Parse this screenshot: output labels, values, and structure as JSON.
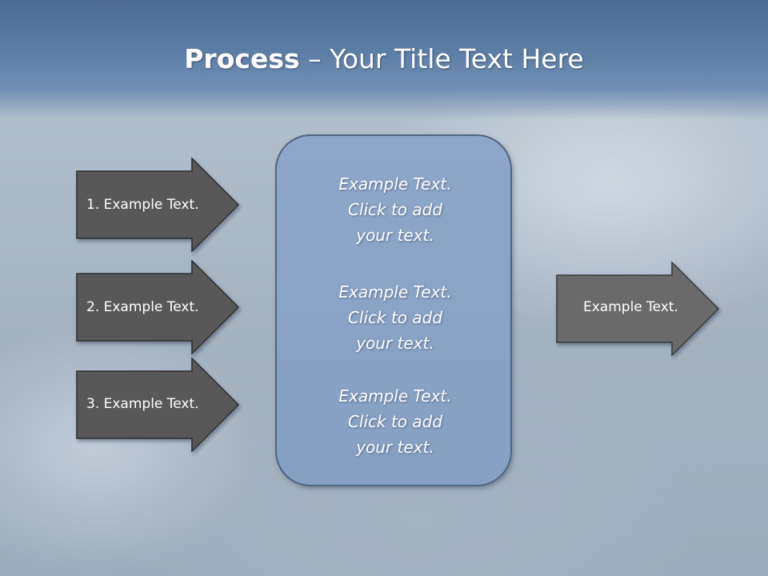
{
  "slide": {
    "title_bold": "Process",
    "title_rest": " – Your Title Text Here"
  },
  "left_arrows": [
    {
      "label": "1. Example Text."
    },
    {
      "label": "2. Example Text."
    },
    {
      "label": "3. Example Text."
    }
  ],
  "center_box": {
    "items": [
      {
        "line1": "Example Text.",
        "line2": "Click  to add",
        "line3": "your text."
      },
      {
        "line1": "Example Text.",
        "line2": "Click  to add",
        "line3": "your text."
      },
      {
        "line1": "Example Text.",
        "line2": "Click  to add",
        "line3": "your text."
      }
    ]
  },
  "right_arrow": {
    "label": "Example Text."
  },
  "colors": {
    "arrow_fill_dark": "#595959",
    "arrow_fill_mid": "#6b6b6b",
    "box_fill": "#8ea7c8",
    "title_band": "#5d7ea6"
  }
}
